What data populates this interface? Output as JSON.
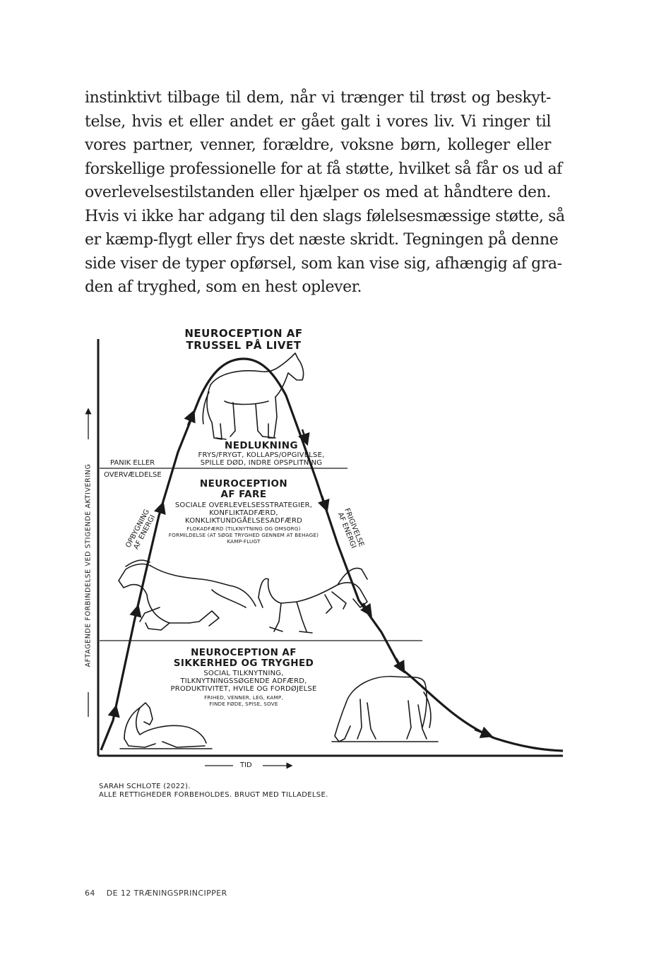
{
  "body_lines": [
    "instinktivt tilbage til dem, når vi trænger til trøst og beskyt-",
    "telse, hvis et eller andet er gået galt i vores liv. Vi ringer til",
    "vores partner, venner, forældre, voksne børn, kolleger eller",
    "forskellige professionelle for at få støtte, hvilket så får os ud af",
    "overlevelsestilstanden eller hjælper os med at håndtere den.",
    "Hvis vi ikke har adgang til den slags følelsesmæssige støtte, så",
    "er kæmp-flygt eller frys det næste skridt. Tegningen på denne",
    "side viser de typer opførsel, som kan vise sig, afhængig af gra-",
    "den af tryghed, som en hest oplever."
  ],
  "figure": {
    "top_title": [
      "NEUROCEPTION AF",
      "TRUSSEL PÅ LIVET"
    ],
    "shutdown_title": "NEDLUKNING",
    "shutdown_text": [
      "FRYS/FRYGT, KOLLAPS/OPGIVELSE,",
      "SPILLE DØD, INDRE OPSPLITNING"
    ],
    "panic_label": [
      "PANIK ELLER",
      "OVERVÆLDELSE"
    ],
    "danger_title": [
      "NEUROCEPTION",
      "AF FARE"
    ],
    "danger_text": [
      "SOCIALE OVERLEVELSESSTRATEGIER,",
      "KONFLIKTADFÆRD,",
      "KONKLIKTUNDGÅELSESADFÆRD"
    ],
    "danger_small": [
      "FLOKADFÆRD (TILKNYTNING OG OMSORG)",
      "FORMILDELSE (AT SØGE TRYGHED GENNEM AT BEHAGE)",
      "KAMP-FLUGT"
    ],
    "buildup_label": [
      "OPBYGNING",
      "AF ENERGI"
    ],
    "release_label": [
      "FRIGIVELSE",
      "AF ENERGI"
    ],
    "safety_title": [
      "NEUROCEPTION AF",
      "SIKKERHED OG TRYGHED"
    ],
    "safety_text": [
      "SOCIAL TILKNYTNING,",
      "TILKNYTNINGSSØGENDE ADFÆRD,",
      "PRODUKTIVITET, HVILE OG FORDØJELSE"
    ],
    "safety_small": [
      "FRIHED, VENNER, LEG, KAMP,",
      "FINDE FØDE, SPISE, SOVE"
    ],
    "y_axis_label": "AFTAGENDE FORBINDELSE VED STIGENDE AKTIVERING",
    "x_axis_label": "TID",
    "line_color": "#1a1a1a"
  },
  "credit": [
    "SARAH SCHLOTE (2022).",
    "ALLE RETTIGHEDER FORBEHOLDES. BRUGT MED TILLADELSE."
  ],
  "footer": {
    "page_number": "64",
    "section_title": "DE 12 TRÆNINGSPRINCIPPER"
  }
}
